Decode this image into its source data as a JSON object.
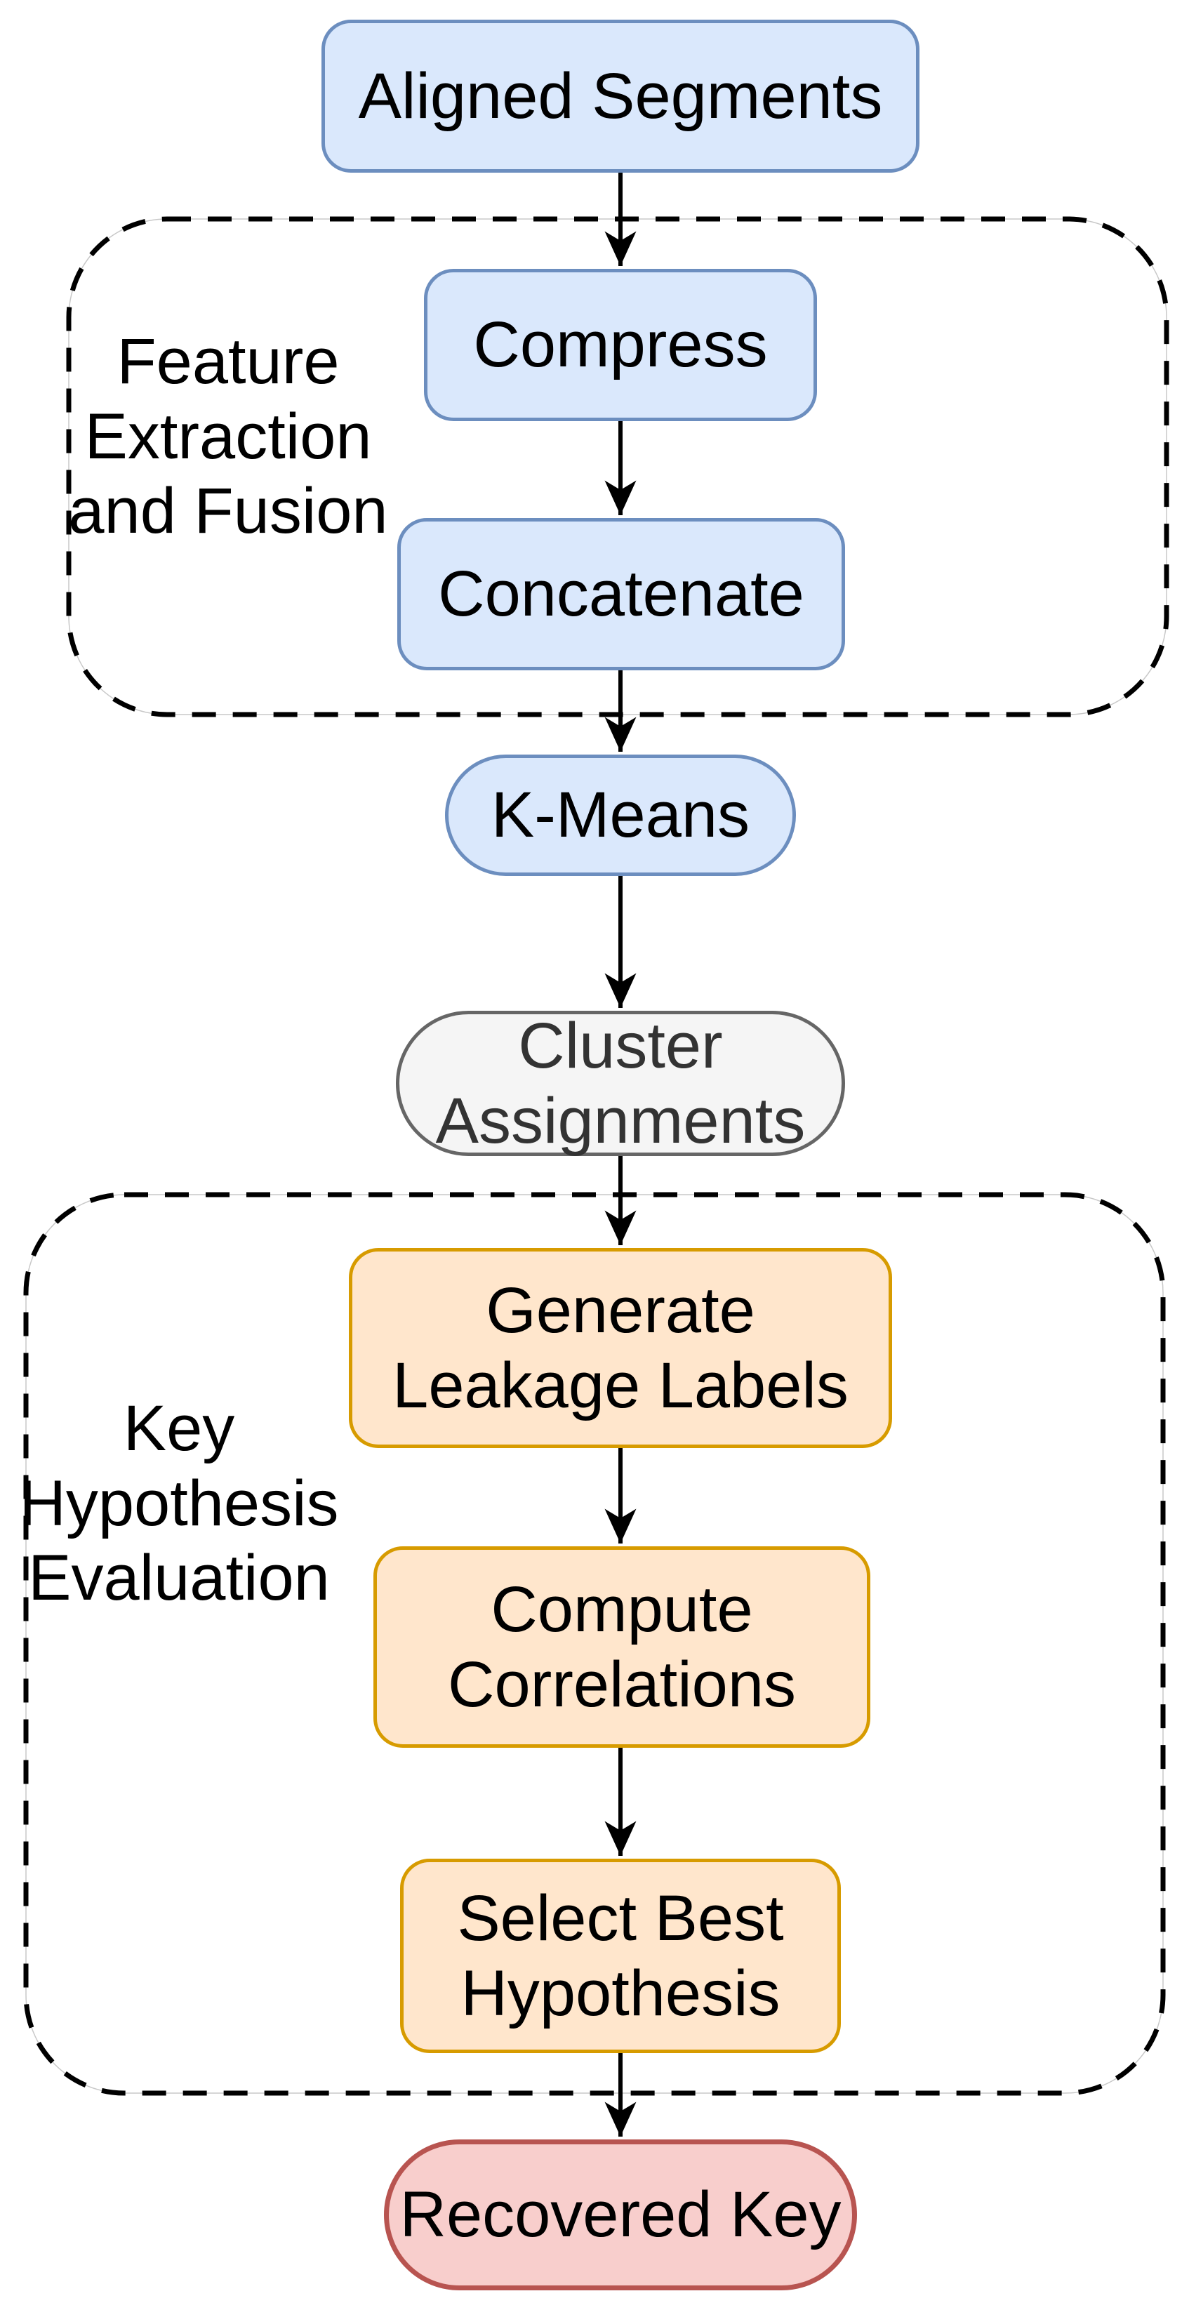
{
  "diagram": {
    "type": "flowchart",
    "palette": {
      "background": "#FFFFFF",
      "blue_fill": "#DAE8FC",
      "blue_stroke": "#6C8EBF",
      "orange_fill": "#FFE6CC",
      "orange_stroke": "#D79B00",
      "gray_fill": "#F5F5F5",
      "gray_stroke": "#666666",
      "red_fill": "#F8CECC",
      "red_stroke": "#B85450",
      "connector": "#000000",
      "group_border": "#000000",
      "text": "#000000",
      "gray_text": "#333333"
    },
    "nodes": [
      {
        "id": "aligned-segments",
        "shape": "rounded-rect",
        "lines": [
          "Aligned Segments"
        ],
        "fill": "#DAE8FC",
        "stroke": "#6C8EBF",
        "text_color": "#000000"
      },
      {
        "id": "compress",
        "shape": "rounded-rect",
        "lines": [
          "Compress"
        ],
        "fill": "#DAE8FC",
        "stroke": "#6C8EBF",
        "text_color": "#000000"
      },
      {
        "id": "concatenate",
        "shape": "rounded-rect",
        "lines": [
          "Concatenate"
        ],
        "fill": "#DAE8FC",
        "stroke": "#6C8EBF",
        "text_color": "#000000"
      },
      {
        "id": "k-means",
        "shape": "stadium",
        "lines": [
          "K-Means"
        ],
        "fill": "#DAE8FC",
        "stroke": "#6C8EBF",
        "text_color": "#000000"
      },
      {
        "id": "cluster-assignments",
        "shape": "stadium",
        "lines": [
          "Cluster",
          "Assignments"
        ],
        "fill": "#F5F5F5",
        "stroke": "#666666",
        "text_color": "#333333"
      },
      {
        "id": "generate-leakage-labels",
        "shape": "rounded-rect",
        "lines": [
          "Generate",
          "Leakage Labels"
        ],
        "fill": "#FFE6CC",
        "stroke": "#D79B00",
        "text_color": "#000000"
      },
      {
        "id": "compute-correlations",
        "shape": "rounded-rect",
        "lines": [
          "Compute",
          "Correlations"
        ],
        "fill": "#FFE6CC",
        "stroke": "#D79B00",
        "text_color": "#000000"
      },
      {
        "id": "select-best-hypothesis",
        "shape": "rounded-rect",
        "lines": [
          "Select Best",
          "Hypothesis"
        ],
        "fill": "#FFE6CC",
        "stroke": "#D79B00",
        "text_color": "#000000"
      },
      {
        "id": "recovered-key",
        "shape": "stadium",
        "lines": [
          "Recovered Key"
        ],
        "fill": "#F8CECC",
        "stroke": "#B85450",
        "text_color": "#000000"
      }
    ],
    "groups": [
      {
        "id": "feature-extraction-and-fusion",
        "lines": [
          "Feature",
          "Extraction",
          "and Fusion"
        ],
        "contains": [
          "compress",
          "concatenate"
        ]
      },
      {
        "id": "key-hypothesis-evaluation",
        "lines": [
          "Key",
          "Hypothesis",
          "Evaluation"
        ],
        "contains": [
          "generate-leakage-labels",
          "compute-correlations",
          "select-best-hypothesis"
        ]
      }
    ],
    "edges": [
      {
        "from": "aligned-segments",
        "to": "compress"
      },
      {
        "from": "compress",
        "to": "concatenate"
      },
      {
        "from": "concatenate",
        "to": "k-means"
      },
      {
        "from": "k-means",
        "to": "cluster-assignments"
      },
      {
        "from": "cluster-assignments",
        "to": "generate-leakage-labels"
      },
      {
        "from": "generate-leakage-labels",
        "to": "compute-correlations"
      },
      {
        "from": "compute-correlations",
        "to": "select-best-hypothesis"
      },
      {
        "from": "select-best-hypothesis",
        "to": "recovered-key"
      }
    ]
  }
}
